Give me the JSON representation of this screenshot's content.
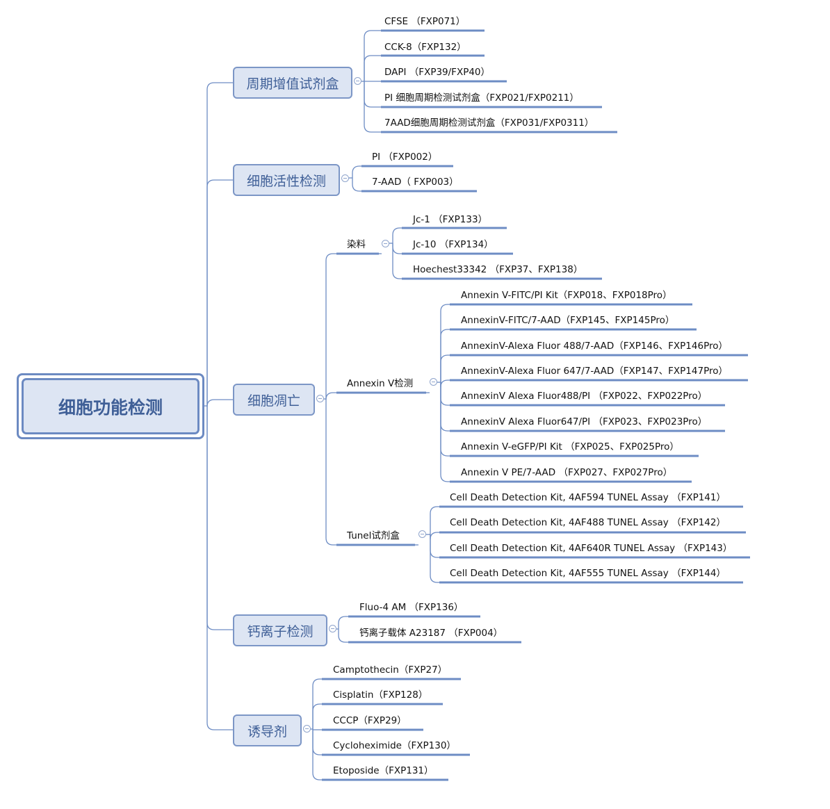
{
  "root": {
    "label": "细胞功能检测"
  },
  "branches": {
    "cycle": {
      "label": "周期增值试剂盒",
      "items": [
        "CFSE （FXP071）",
        "CCK-8（FXP132）",
        "DAPI （FXP39/FXP40）",
        "PI 细胞周期检测试剂盒（FXP021/FXP0211）",
        "7AAD细胞周期检测试剂盒（FXP031/FXP0311）"
      ]
    },
    "viability": {
      "label": "细胞活性检测",
      "items": [
        "PI （FXP002）",
        "7-AAD（ FXP003）"
      ]
    },
    "apoptosis": {
      "label": "细胞凋亡",
      "dyes": {
        "label": "染料",
        "items": [
          "Jc-1 （FXP133）",
          "Jc-10 （FXP134）",
          "Hoechest33342 （FXP37、FXP138）"
        ]
      },
      "annexin": {
        "label": "Annexin V检测",
        "items": [
          "Annexin V-FITC/PI Kit（FXP018、FXP018Pro）",
          "AnnexinV-FITC/7-AAD（FXP145、FXP145Pro）",
          "AnnexinV-Alexa Fluor 488/7-AAD（FXP146、FXP146Pro）",
          "AnnexinV-Alexa Fluor 647/7-AAD（FXP147、FXP147Pro）",
          "AnnexinV Alexa Fluor488/PI （FXP022、FXP022Pro）",
          "AnnexinV Alexa Fluor647/PI （FXP023、FXP023Pro）",
          "Annexin V-eGFP/PI Kit （FXP025、FXP025Pro）",
          "Annexin V PE/7-AAD （FXP027、FXP027Pro）"
        ]
      },
      "tunel": {
        "label": "Tunel试剂盒",
        "items": [
          "Cell Death Detection Kit, 4AF594 TUNEL Assay （FXP141）",
          "Cell Death Detection Kit, 4AF488 TUNEL Assay （FXP142）",
          "Cell Death Detection Kit, 4AF640R TUNEL Assay （FXP143）",
          "Cell Death Detection Kit, 4AF555 TUNEL Assay （FXP144）"
        ]
      }
    },
    "calcium": {
      "label": "钙离子检测",
      "items": [
        "Fluo-4 AM （FXP136）",
        "钙离子载体 A23187 （FXP004）"
      ]
    },
    "inducers": {
      "label": "诱导剂",
      "items": [
        "Camptothecin（FXP27）",
        "Cisplatin（FXP128）",
        "CCCP（FXP29）",
        "Cycloheximide（FXP130）",
        "Etoposide（FXP131）"
      ]
    }
  },
  "colors": {
    "line": "#6d8cc4",
    "node_fill": "#dde5f3",
    "node_text": "#3f5f97"
  }
}
